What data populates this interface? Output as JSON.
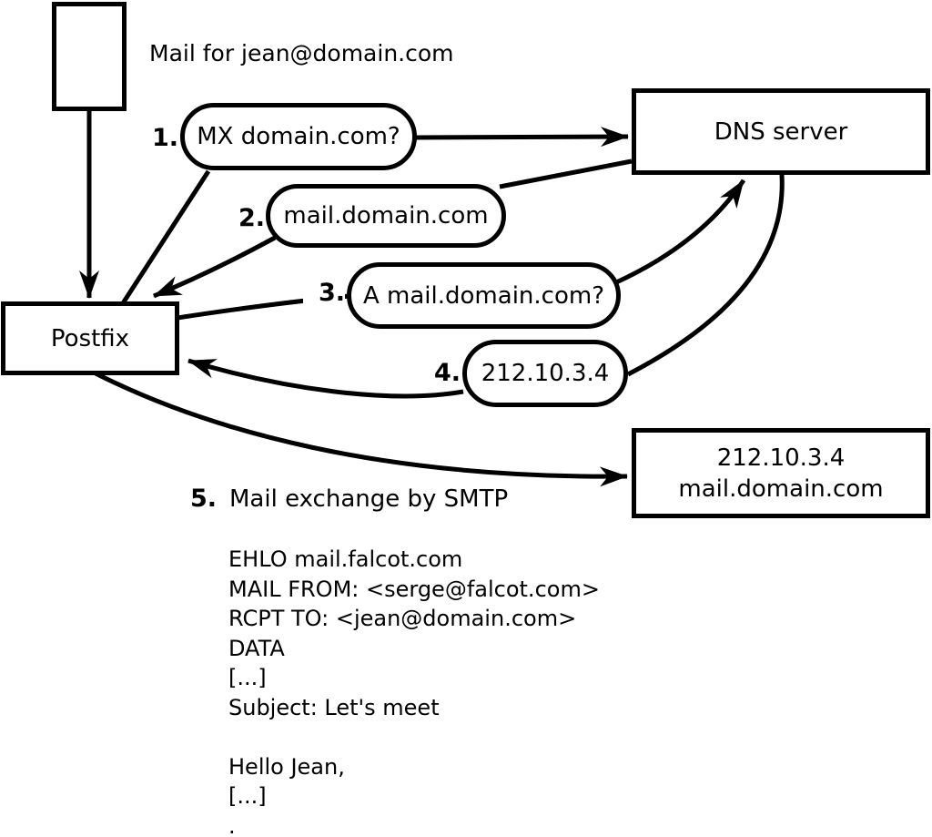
{
  "colors": {
    "ink": "#000000",
    "paper": "#ffffff"
  },
  "annotation": {
    "mail_for": "Mail for jean@domain.com"
  },
  "nodes": {
    "postfix": {
      "label": "Postfix"
    },
    "dns": {
      "label": "DNS server"
    },
    "destination": {
      "line1": "212.10.3.4",
      "line2": "mail.domain.com"
    }
  },
  "steps": [
    {
      "num": "1.",
      "label": "MX domain.com?"
    },
    {
      "num": "2.",
      "label": "mail.domain.com"
    },
    {
      "num": "3.",
      "label": "A mail.domain.com?"
    },
    {
      "num": "4.",
      "label": "212.10.3.4"
    },
    {
      "num": "5.",
      "label": "Mail exchange by SMTP"
    }
  ],
  "smtp": [
    "EHLO mail.falcot.com",
    "MAIL FROM: <serge@falcot.com>",
    "RCPT TO: <jean@domain.com>",
    "DATA",
    "[...]",
    "Subject: Let's meet",
    "",
    "Hello Jean,",
    "[...]",
    "."
  ]
}
